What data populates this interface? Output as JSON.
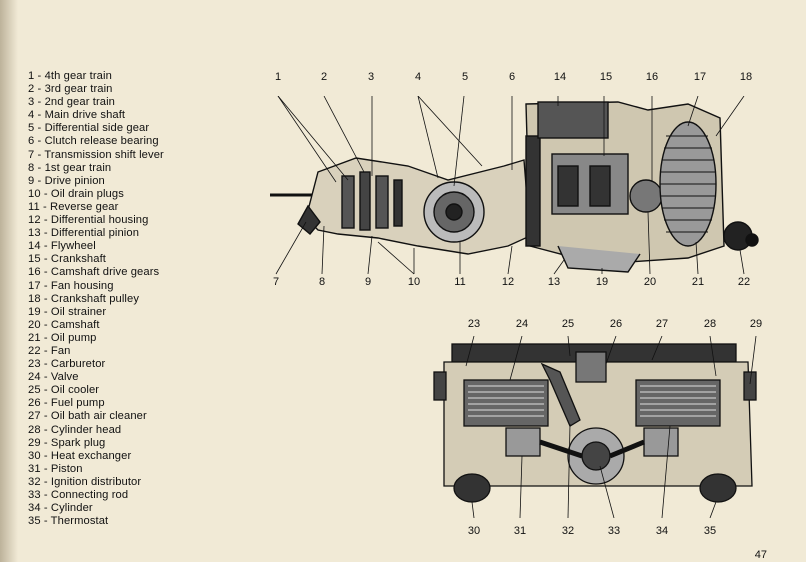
{
  "legend": [
    "1 - 4th gear train",
    "2 - 3rd gear train",
    "3 - 2nd gear train",
    "4 - Main drive shaft",
    "5 - Differential side gear",
    "6 - Clutch release bearing",
    "7 - Transmission shift lever",
    "8 - 1st gear train",
    "9 - Drive pinion",
    "10 - Oil drain plugs",
    "11 - Reverse gear",
    "12 - Differential housing",
    "13 - Differential pinion",
    "14 - Flywheel",
    "15 - Crankshaft",
    "16 - Camshaft drive gears",
    "17 - Fan housing",
    "18 - Crankshaft pulley",
    "19 - Oil strainer",
    "20 - Camshaft",
    "21 - Oil pump",
    "22 - Fan",
    "23 - Carburetor",
    "24 - Valve",
    "25 - Oil cooler",
    "26 - Fuel pump",
    "27 - Oil bath air cleaner",
    "28 - Cylinder head",
    "29 - Spark plug",
    "30 - Heat exchanger",
    "31 - Piston",
    "32 - Ignition distributor",
    "33 - Connecting rod",
    "34 - Cylinder",
    "35 - Thermostat"
  ],
  "callouts": {
    "side_top": [
      "1",
      "2",
      "3",
      "4",
      "5",
      "6",
      "14",
      "15",
      "16",
      "17",
      "18"
    ],
    "side_bottom": [
      "7",
      "8",
      "9",
      "10",
      "11",
      "12",
      "13",
      "19",
      "20",
      "21",
      "22"
    ],
    "front_top": [
      "23",
      "24",
      "25",
      "26",
      "27",
      "28",
      "29"
    ],
    "front_bottom": [
      "30",
      "31",
      "32",
      "33",
      "34",
      "35"
    ]
  },
  "page_number": "47",
  "colors": {
    "paper": "#f1ead6",
    "ink": "#111111"
  }
}
